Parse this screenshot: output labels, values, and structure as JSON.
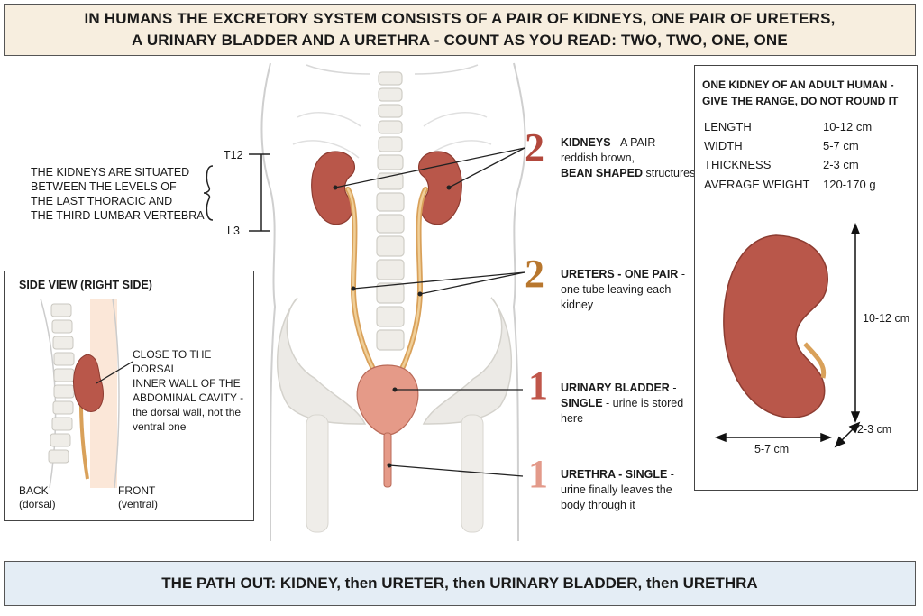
{
  "title": {
    "line1": "IN HUMANS THE EXCRETORY SYSTEM CONSISTS OF A PAIR OF KIDNEYS, ONE PAIR OF URETERS,",
    "line2": "A URINARY BLADDER AND A URETHRA - COUNT AS YOU READ: TWO, TWO, ONE, ONE"
  },
  "vertebra": {
    "text1": "THE KIDNEYS ARE SITUATED",
    "text2": "BETWEEN THE LEVELS OF",
    "text3": "THE LAST THORACIC AND",
    "text4": "THE THIRD LUMBAR VERTEBRA",
    "top_label": "T12",
    "bottom_label": "L3"
  },
  "organs": [
    {
      "count": "2",
      "color": "#b2483c",
      "name": "KIDNEYS",
      "sep": " - A PAIR -",
      "line2": "reddish brown,",
      "line3_bold": "BEAN SHAPED",
      "line3_rest": " structures"
    },
    {
      "count": "2",
      "color": "#b8772e",
      "name": "URETERS - ONE PAIR",
      "sep": " -",
      "line2": "one tube leaving each",
      "line3": "kidney"
    },
    {
      "count": "1",
      "color": "#c0564a",
      "name": "URINARY BLADDER",
      "sep": " -",
      "line2_bold": "SINGLE",
      "line2_rest": " - urine is stored",
      "line3": "here"
    },
    {
      "count": "1",
      "color": "#e39a8a",
      "name": "URETHRA - SINGLE",
      "sep": " -",
      "line2": "urine finally leaves the",
      "line3": "body through it"
    }
  ],
  "side_view": {
    "title": "SIDE VIEW (RIGHT SIDE)",
    "note1": "CLOSE TO THE DORSAL",
    "note2": "INNER WALL OF THE",
    "note3": "ABDOMINAL CAVITY -",
    "note4": "the dorsal wall, not the",
    "note5": "ventral one",
    "back": "BACK",
    "back_sub": "(dorsal)",
    "front": "FRONT",
    "front_sub": "(ventral)"
  },
  "measurements": {
    "title1": "ONE KIDNEY OF AN ADULT HUMAN -",
    "title2": "GIVE THE RANGE, DO NOT ROUND IT",
    "rows": [
      {
        "label": "LENGTH",
        "value": "10-12 cm"
      },
      {
        "label": "WIDTH",
        "value": "5-7 cm"
      },
      {
        "label": "THICKNESS",
        "value": "2-3 cm"
      },
      {
        "label": "AVERAGE WEIGHT",
        "value": "120-170 g"
      }
    ],
    "dim_length": "10-12 cm",
    "dim_width": "5-7 cm",
    "dim_thickness": "2-3 cm"
  },
  "footer": "THE PATH OUT: KIDNEY, then URETER, then URINARY BLADDER, then URETHRA",
  "colors": {
    "kidney": "#b9574a",
    "ureter": "#d9a15a",
    "bladder": "#e59a88",
    "title_bg": "#f7eedf",
    "footer_bg": "#e4edf5"
  }
}
